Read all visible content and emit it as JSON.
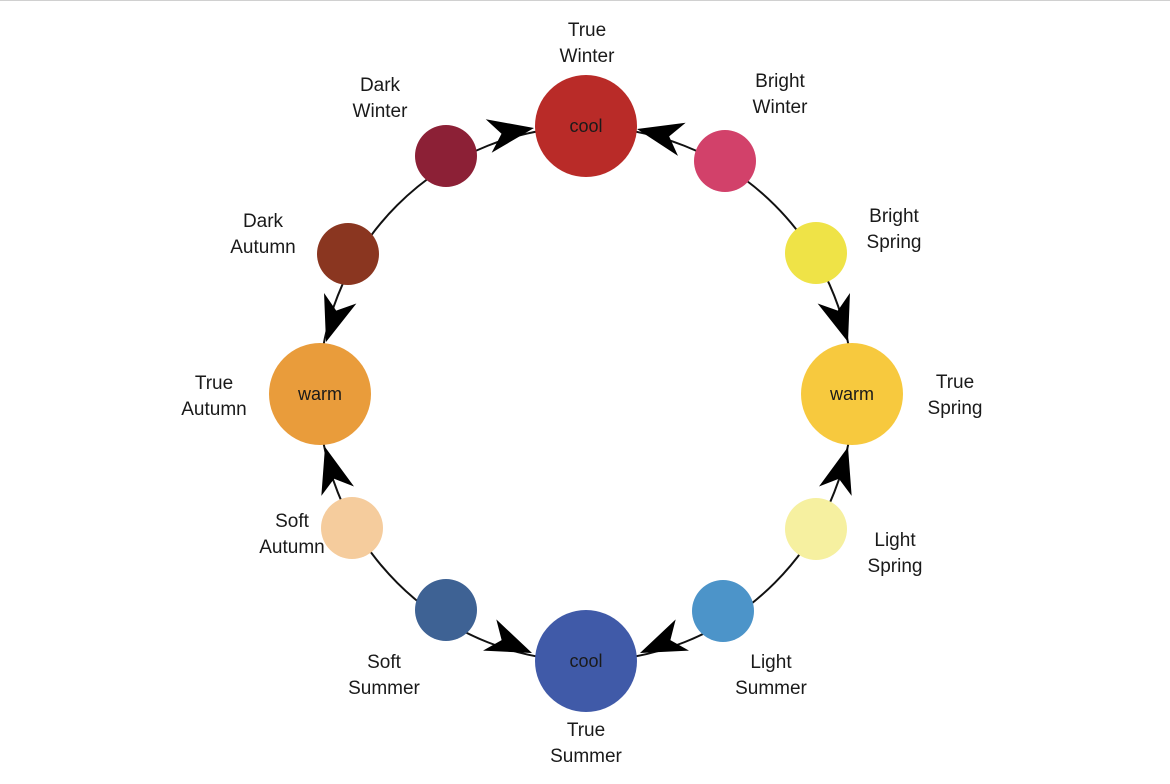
{
  "title": "Seasonal color wheel",
  "seasons": [
    {
      "line1": "True",
      "line2": "Winter",
      "color": "#b92b28",
      "tone": "cool"
    },
    {
      "line1": "Bright",
      "line2": "Winter",
      "color": "#d2416a"
    },
    {
      "line1": "Bright",
      "line2": "Spring",
      "color": "#efe347"
    },
    {
      "line1": "True",
      "line2": "Spring",
      "color": "#f7c93e",
      "tone": "warm"
    },
    {
      "line1": "Light",
      "line2": "Spring",
      "color": "#f6f0a0"
    },
    {
      "line1": "Light",
      "line2": "Summer",
      "color": "#4c94c9"
    },
    {
      "line1": "True",
      "line2": "Summer",
      "color": "#405aa8",
      "tone": "cool"
    },
    {
      "line1": "Soft",
      "line2": "Summer",
      "color": "#3e6294"
    },
    {
      "line1": "Soft",
      "line2": "Autumn",
      "color": "#f5cc9d"
    },
    {
      "line1": "True",
      "line2": "Autumn",
      "color": "#e99c3b",
      "tone": "warm"
    },
    {
      "line1": "Dark",
      "line2": "Autumn",
      "color": "#8a3620"
    },
    {
      "line1": "Dark",
      "line2": "Winter",
      "color": "#8c2036"
    }
  ]
}
